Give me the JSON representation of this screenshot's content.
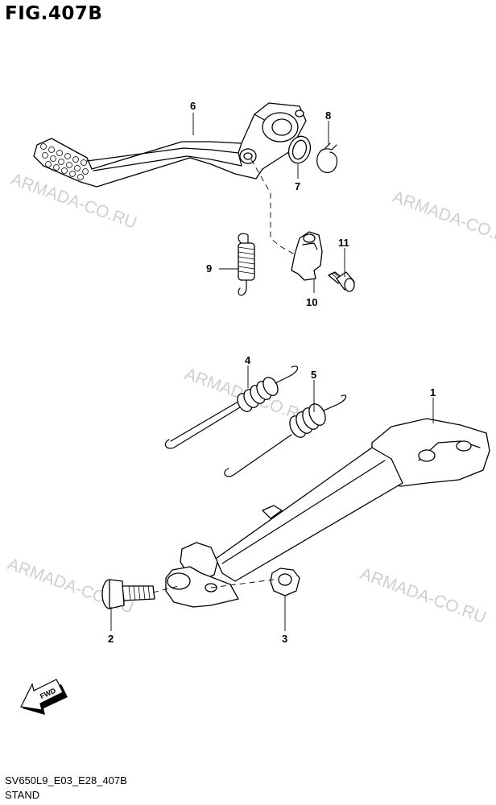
{
  "figure": {
    "title": "FIG.407B"
  },
  "footer": {
    "code": "SV650L9_E03_E28_407B",
    "name": "STAND"
  },
  "watermark": {
    "text": "ARMADA-CO.RU"
  },
  "fwd_arrow": {
    "label": "FWD"
  },
  "callouts": {
    "c1": "1",
    "c2": "2",
    "c3": "3",
    "c4": "4",
    "c5": "5",
    "c6": "6",
    "c7": "7",
    "c8": "8",
    "c9": "9",
    "c10": "10",
    "c11": "11"
  }
}
